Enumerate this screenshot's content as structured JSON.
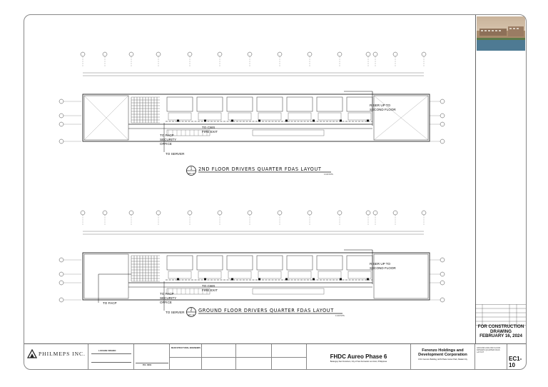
{
  "plans": [
    {
      "number": "1",
      "sheet_ref": "EC1-10",
      "title": "2ND FLOOR DRIVERS QUARTER FDAS LAYOUT",
      "scale": "1:100 MTS",
      "notes": {
        "right": [
          "RISER UP TO",
          "SECOND FLOOR"
        ],
        "security": [
          "TO FACP",
          "SECURITY",
          "OFFICE"
        ],
        "fire_exit": [
          "TO CWS",
          "FIRE EXIT"
        ],
        "server": "TO SERVER"
      }
    },
    {
      "number": "2",
      "sheet_ref": "EC1-10",
      "title": "GROUND FLOOR DRIVERS QUARTER FDAS LAYOUT",
      "scale": "1:100 MTS",
      "notes": {
        "right": [
          "RISER UP TO",
          "SECOND FLOOR"
        ],
        "security": [
          "TO FACP",
          "SECURITY",
          "OFFICE"
        ],
        "fire_exit": [
          "TO CWS",
          "FIRE EXIT"
        ],
        "server": "TO SERVER",
        "left": "TO FACP"
      }
    }
  ],
  "stamp": {
    "line1": "FOR CONSTRUCTION",
    "line2": "DRAWING",
    "line3": "FEBRUARY 16, 2024"
  },
  "titleblock": {
    "company": "PHILMEPS INC.",
    "checked_label": "LUCIANI FIRADO",
    "structural_header": "MAIN STRUCTURAL ENGINEERS",
    "sheet_left_no": "P.O. 0001",
    "project_name": "FHDC Aureo Phase 6",
    "project_address": "Barangay San Francisco, City of San Fernando La Union, Philippines",
    "client_name_1": "Ferenzo Holdings and",
    "client_name_2": "Development Corporation",
    "client_address": "3 Flr. Ferenzo Building, ECN Plaza Center Park, Makati City",
    "sheet_title": "GROUND AND 2ND FLOOR DRIVERS QUARTER FDAS LAYOUT",
    "sheet_number": "EC1-10"
  },
  "colors": {
    "line": "#222222",
    "grid": "#444444",
    "border": "#888888"
  }
}
